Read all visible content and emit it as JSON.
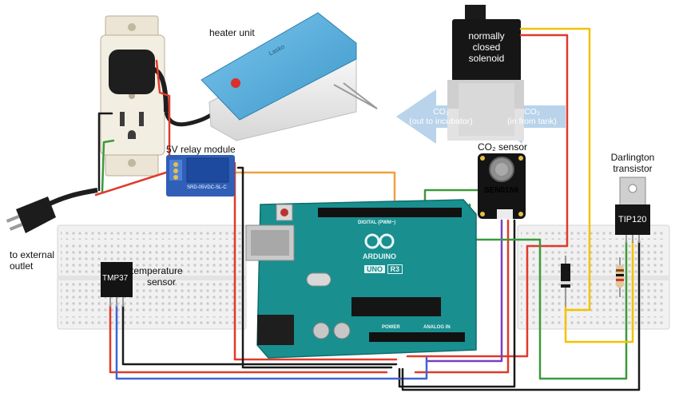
{
  "labels": {
    "heater": "heater unit",
    "solenoid_line1": "normally",
    "solenoid_line2": "closed",
    "solenoid_line3": "solenoid",
    "co2_out_line1": "CO₂",
    "co2_out_line2": "(out to incubator)",
    "co2_in_line1": "CO₂",
    "co2_in_line2": "(in from tank)",
    "co2_sensor": "CO₂ sensor",
    "sensor_chip": "SEN0159",
    "relay": "5V relay module",
    "relay_part": "SRD-05VDC-SL-C",
    "darlington_line1": "Darlington",
    "darlington_line2": "transistor",
    "tip120": "TIP120",
    "outlet_line1": "to external",
    "outlet_line2": "outlet",
    "tmp37": "TMP37",
    "temp_line1": "temperature",
    "temp_line2": "sensor",
    "arduino_brand": "ARDUINO",
    "arduino_model": "UNO",
    "arduino_rev": "R3",
    "digital_header": "DIGITAL (PWM~)",
    "analog_header": "ANALOG IN",
    "power_header": "POWER",
    "heater_brand": "Lasko"
  },
  "colors": {
    "wire_red": "#e03a2a",
    "wire_black": "#1a1a1a",
    "wire_orange": "#f0a040",
    "wire_yellow": "#f2c200",
    "wire_green": "#3c9a3c",
    "wire_blue": "#3f63d6",
    "wire_purple": "#7a3fc4",
    "arduino_teal": "#1a8f8f",
    "heater_blue": "#5ab3e0",
    "arrow_blue": "#b9d3ea"
  }
}
